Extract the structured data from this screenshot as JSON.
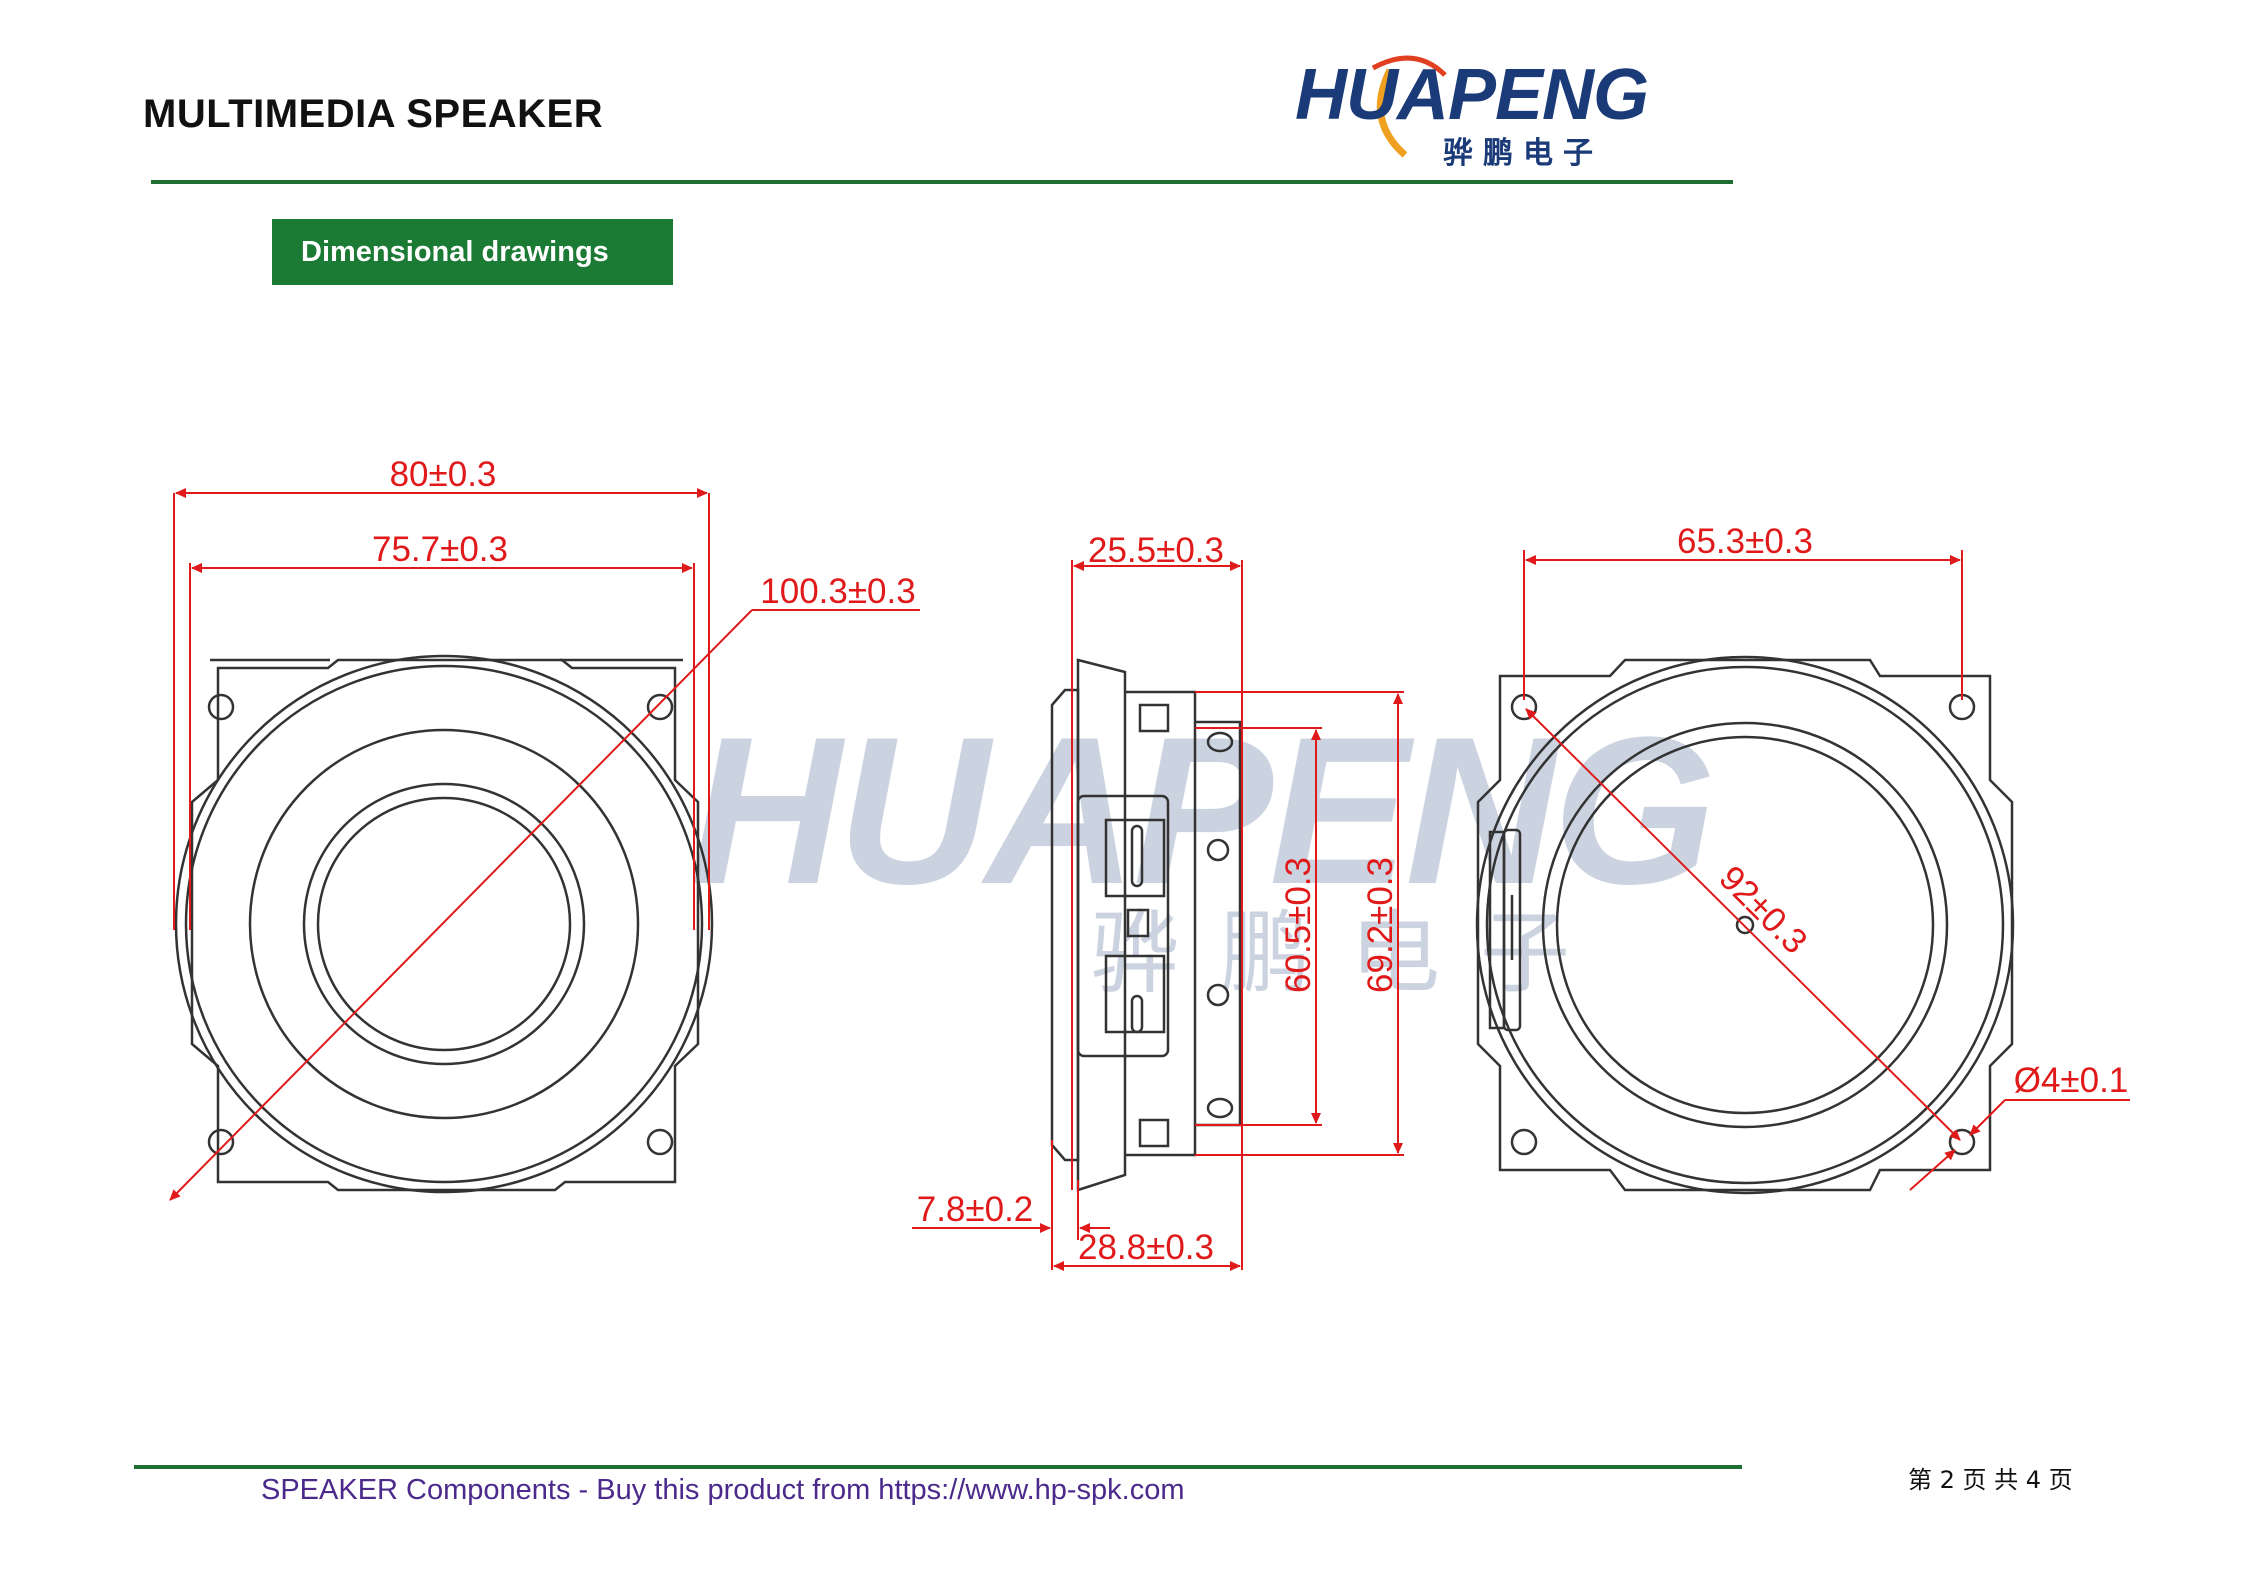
{
  "header": {
    "title": "MULTIMEDIA SPEAKER",
    "logo_text": "HUAPENG",
    "logo_cn": "骅鹏电子"
  },
  "section": {
    "label": "Dimensional drawings"
  },
  "dimensions": {
    "front": {
      "width_outer": "80±0.3",
      "width_inner": "75.7±0.3",
      "diagonal": "100.3±0.3"
    },
    "side": {
      "depth_top": "25.5±0.3",
      "height_inner": "60.5±0.3",
      "height_outer": "69.2±0.3",
      "flange": "7.8±0.2",
      "depth_total": "28.8±0.3"
    },
    "back": {
      "hole_spacing": "65.3±0.3",
      "diameter": "92±0.3",
      "hole_diameter": "Ø4±0.1"
    }
  },
  "watermark": {
    "text": "HUAPENG",
    "cn": "骅鹏电子"
  },
  "footer": {
    "text": "SPEAKER Components - Buy this product from https://www.hp-spk.com",
    "page": "第 2 页 共 4 页"
  },
  "colors": {
    "brand_green": "#1b7a34",
    "dimension_red": "#e01a1a",
    "logo_blue": "#1a3a78",
    "footer_purple": "#4b2a8c"
  }
}
